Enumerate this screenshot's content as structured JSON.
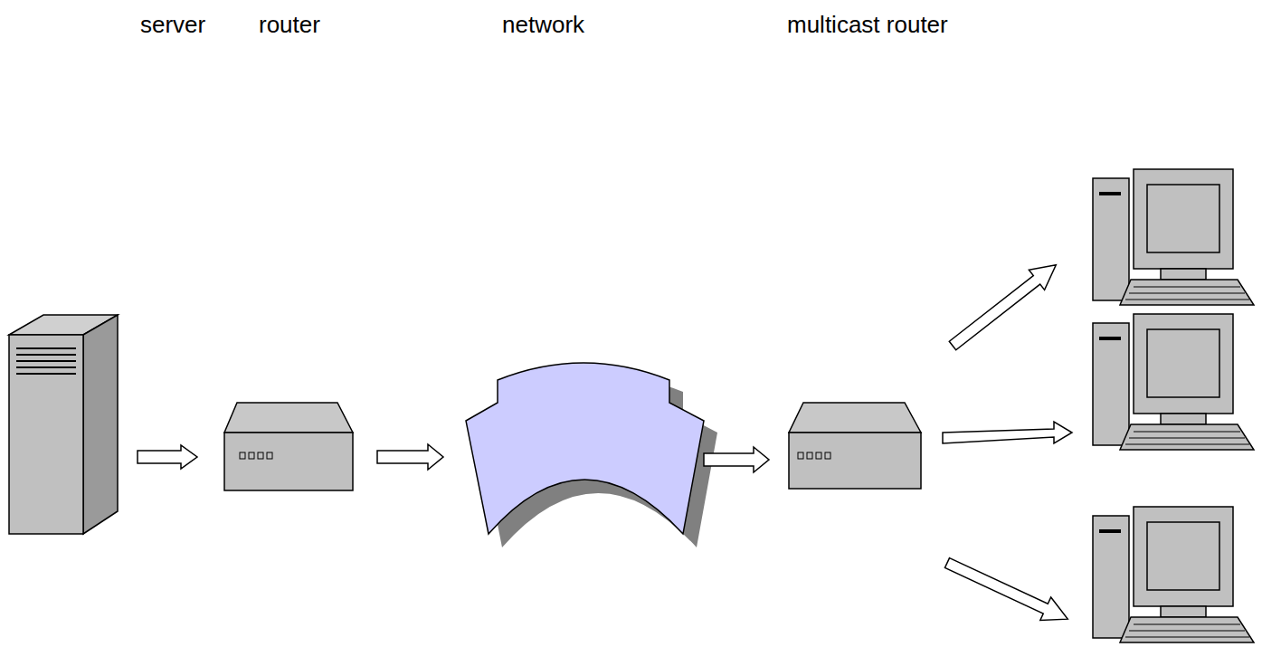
{
  "diagram": {
    "labels": [
      "server",
      "router",
      "network",
      "multicast router"
    ]
  }
}
